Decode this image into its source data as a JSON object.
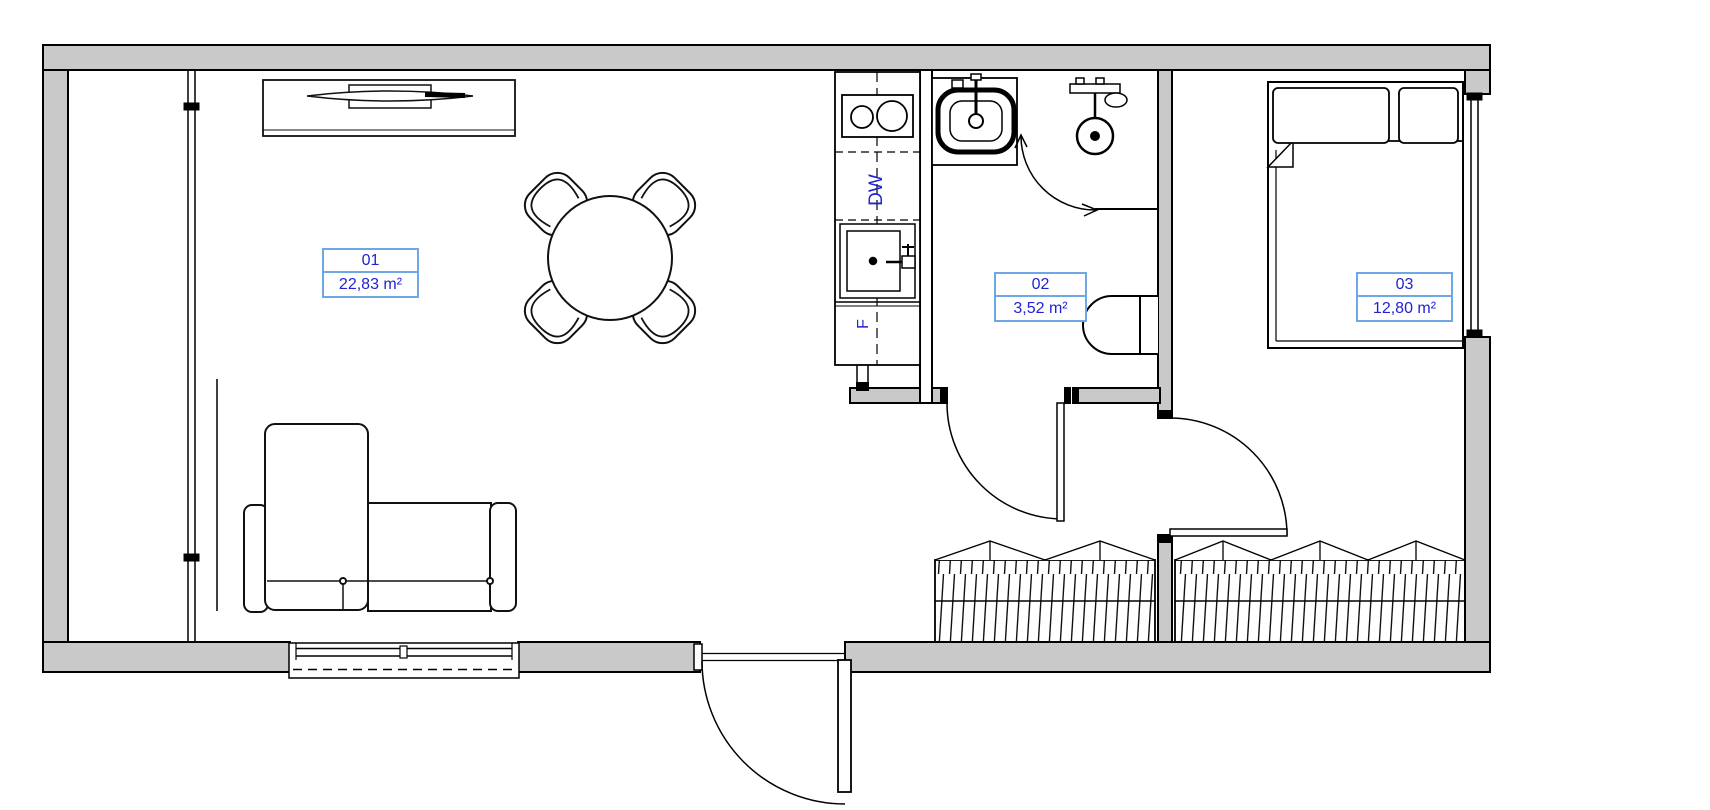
{
  "plan": {
    "rooms": [
      {
        "number": "01",
        "area": "22,83 m²",
        "name": "living-room-kitchen"
      },
      {
        "number": "02",
        "area": "3,52 m²",
        "name": "bathroom"
      },
      {
        "number": "03",
        "area": "12,80 m²",
        "name": "bedroom"
      }
    ],
    "kitchen_labels": {
      "dishwasher": "DW",
      "fridge": "F"
    },
    "colors": {
      "wall_fill": "#c9c9c9",
      "line": "#000000",
      "label_text": "#2222cf",
      "label_border": "#6ea7e4",
      "background": "#ffffff"
    },
    "fixtures": [
      "tv-sideboard",
      "dining-table",
      "dining-chairs",
      "sofa",
      "kitchen-counter",
      "cooktop",
      "kitchen-sink",
      "washbasin",
      "shower",
      "toilet",
      "bed",
      "wardrobe",
      "window",
      "door"
    ]
  }
}
